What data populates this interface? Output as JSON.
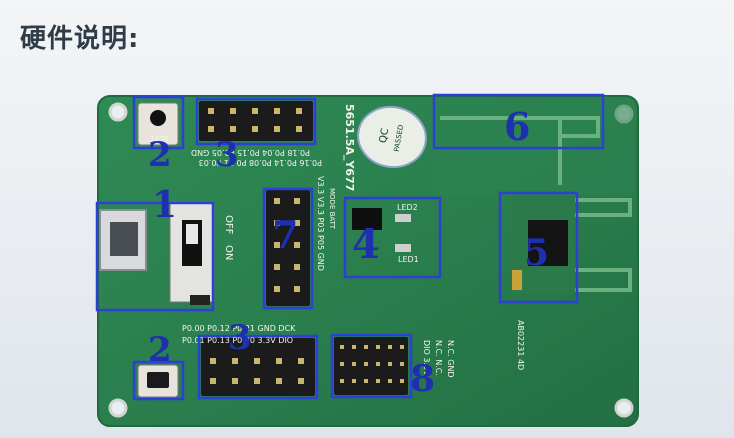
{
  "title": "硬件说明:",
  "callouts": [
    {
      "id": "1",
      "label": "1"
    },
    {
      "id": "2a",
      "label": "2"
    },
    {
      "id": "2b",
      "label": "2"
    },
    {
      "id": "3a",
      "label": "3"
    },
    {
      "id": "3b",
      "label": "3"
    },
    {
      "id": "4",
      "label": "4"
    },
    {
      "id": "5",
      "label": "5"
    },
    {
      "id": "6",
      "label": "6"
    },
    {
      "id": "7",
      "label": "7"
    },
    {
      "id": "8",
      "label": "8"
    }
  ],
  "silkscreen": {
    "board_id": "5651.5A_Y677",
    "qc_top": "QC",
    "qc_bottom": "PASSED",
    "switch_off": "OFF",
    "switch_on": "ON",
    "top_header_row1": "P0.18 P0.04 P0.15 P0.05 GND",
    "top_header_row2": "P0.16 P0.14 P0.08 P0.11 P0.03",
    "pwr_labels": "V3.3  V3.3  P03  P05  GND",
    "mode_label": "MODE  BATT",
    "led2": "LED2",
    "led1": "LED1",
    "bottom_header_row1": "P0.00 P0.12 P0.21 GND DCK",
    "bottom_header_row2": "P0.01 P0.13 P0.20 3.3V DIO",
    "right_header_col1": "N.C. GND",
    "right_header_col2": "N.C. N.C.",
    "right_header_col3": "DIO 3.3V",
    "part_number": "AB02231 4D"
  }
}
